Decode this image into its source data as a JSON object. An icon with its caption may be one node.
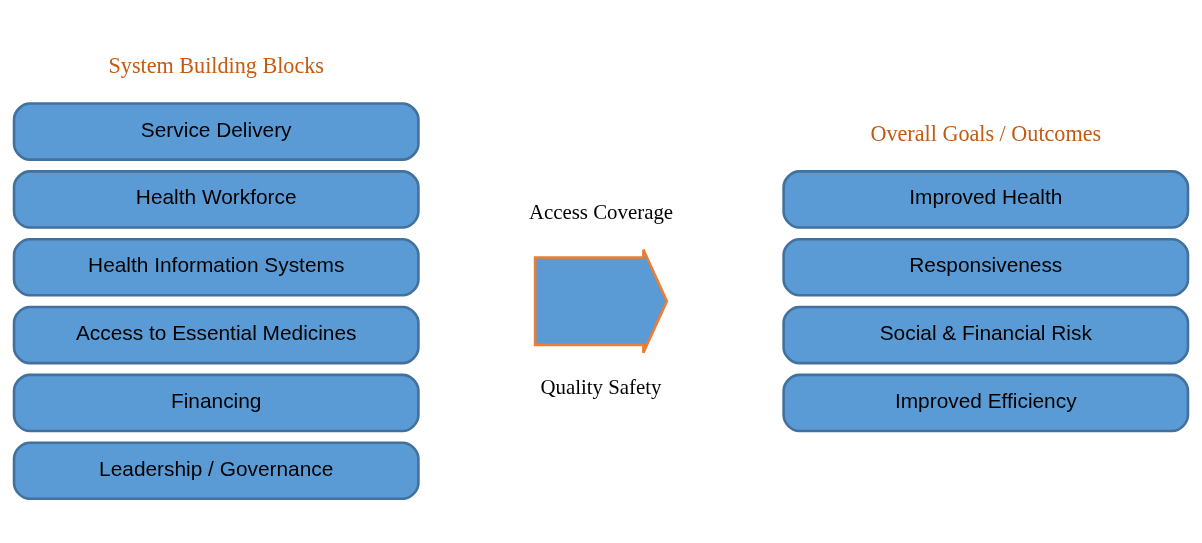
{
  "diagram": {
    "nodes": [
      {
        "text": [
          "Service Delivery"
        ]
      },
      {
        "text": [
          "Health Workforce"
        ]
      },
      {
        "text": [
          "Health Information Systems"
        ]
      },
      {
        "text": [
          "Access to Essential Medicines"
        ]
      },
      {
        "text": [
          "Financing"
        ]
      },
      {
        "text": [
          "Leadership / Governance"
        ]
      },
      {
        "text": [],
        "shape": "arrow"
      },
      {
        "text": [
          "Improved Health"
        ]
      },
      {
        "text": [
          "Responsiveness"
        ]
      },
      {
        "text": [
          "Social & Financial Risk"
        ]
      },
      {
        "text": [
          "Improved Efficiency"
        ]
      }
    ],
    "labels": [
      "System Building Blocks",
      "Overall Goals / Outcomes",
      "Access Coverage",
      "Quality Safety"
    ]
  }
}
